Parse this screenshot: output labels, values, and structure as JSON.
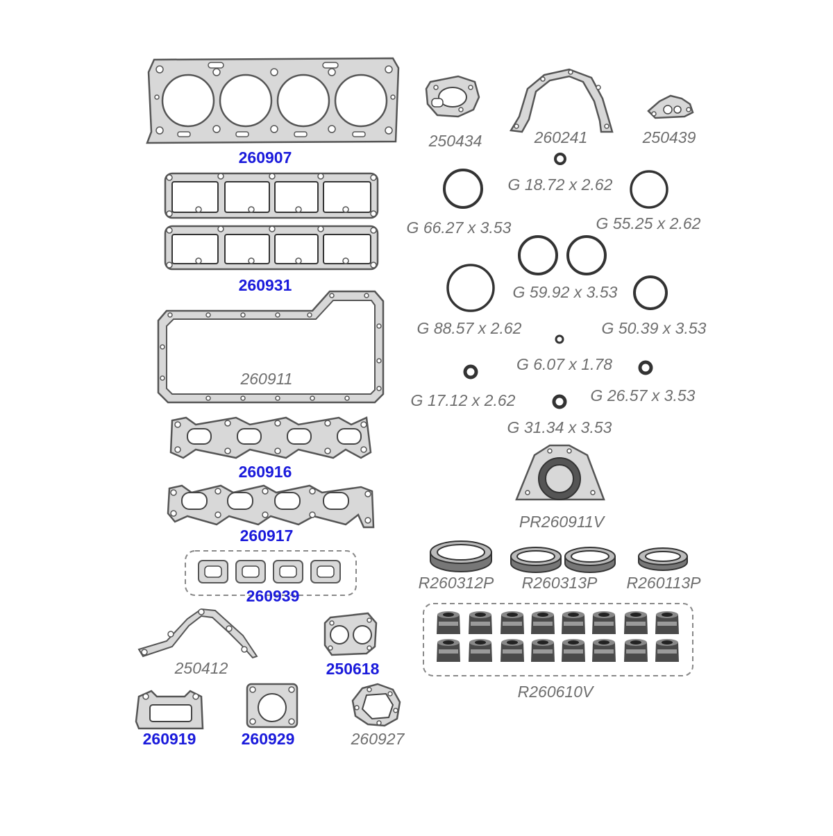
{
  "colors": {
    "gasket_fill": "#d8d8d8",
    "gasket_stroke": "#555555",
    "dark_ring": "#333333",
    "highlight_label": "#1a1adb",
    "plain_label": "#6e6e6e"
  },
  "parts": {
    "p260907": "260907",
    "p260931": "260931",
    "p260911": "260911",
    "p260916": "260916",
    "p260917": "260917",
    "p260939": "260939",
    "p250412": "250412",
    "p250618": "250618",
    "p260919": "260919",
    "p260929": "260929",
    "p260927": "260927",
    "p250434": "250434",
    "p260241": "260241",
    "p250439": "250439",
    "g1872": "G 18.72 x 2.62",
    "g6627": "G 66.27 x 3.53",
    "g5525": "G 55.25 x 2.62",
    "g5992": "G 59.92 x 3.53",
    "g8857": "G 88.57 x 2.62",
    "g5039": "G 50.39 x 3.53",
    "g607": "G 6.07 x 1.78",
    "g1712": "G 17.12 x 2.62",
    "g2657": "G 26.57 x 3.53",
    "g3134": "G 31.34 x 3.53",
    "pr260911v": "PR260911V",
    "r260312p": "R260312P",
    "r260313p": "R260313P",
    "r260113p": "R260113P",
    "r260610v": "R260610V"
  }
}
